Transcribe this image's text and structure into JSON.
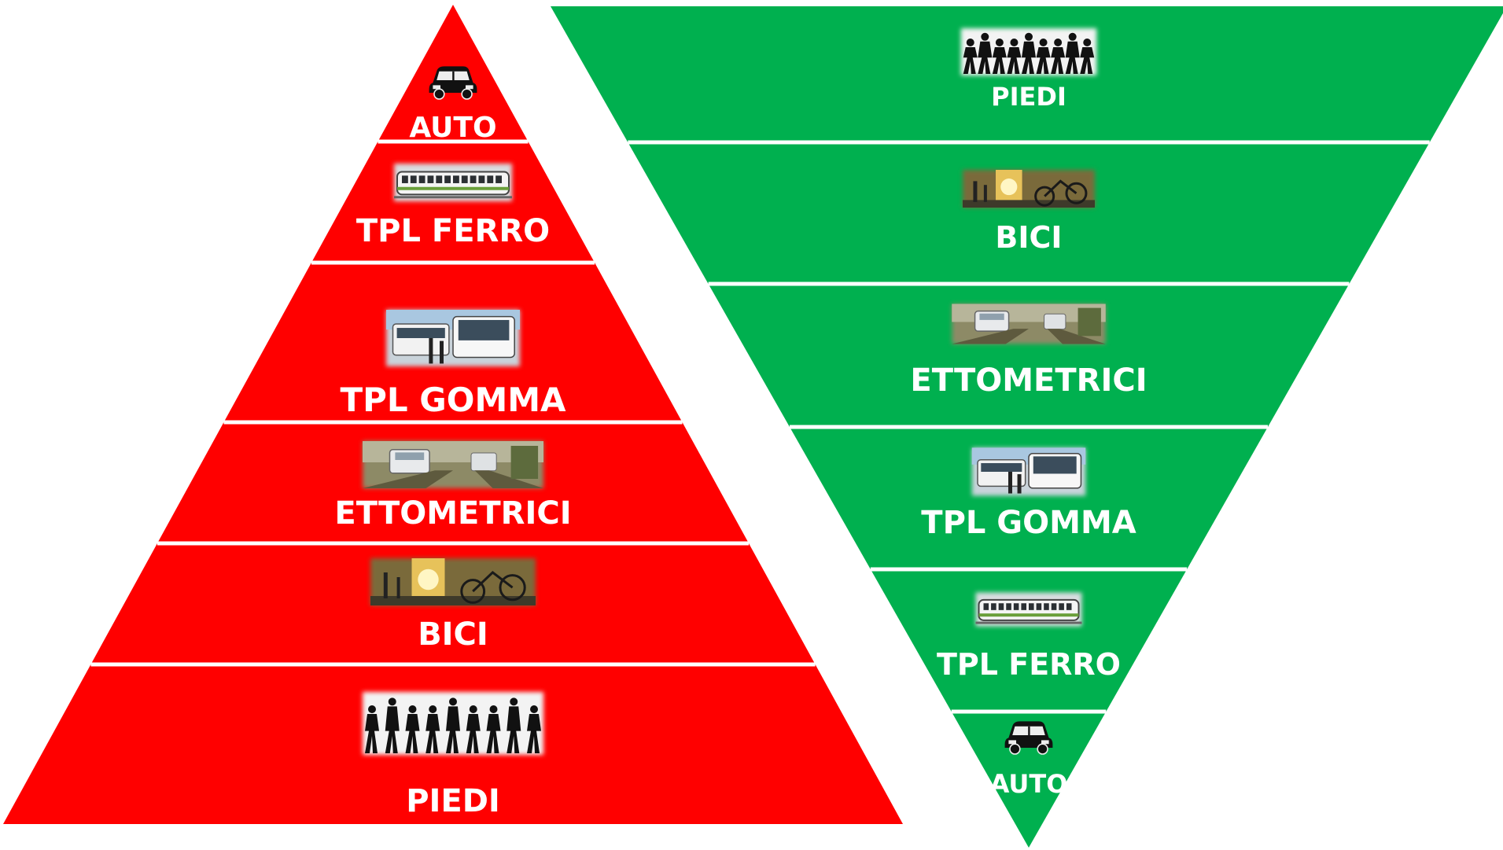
{
  "colors": {
    "red_pyramid": "#ff0000",
    "green_pyramid": "#00b04f",
    "label": "#ffffff",
    "separator": "#ffffff"
  },
  "red_pyramid": {
    "tiers": [
      {
        "label": "AUTO",
        "icon": "car-icon"
      },
      {
        "label": "TPL FERRO",
        "icon": "train-icon"
      },
      {
        "label": "TPL GOMMA",
        "icon": "bus-icon"
      },
      {
        "label": "ETTOMETRICI",
        "icon": "people-mover-icon"
      },
      {
        "label": "BICI",
        "icon": "bicycle-icon"
      },
      {
        "label": "PIEDI",
        "icon": "pedestrians-icon"
      }
    ]
  },
  "green_pyramid": {
    "tiers": [
      {
        "label": "PIEDI",
        "icon": "pedestrians-icon"
      },
      {
        "label": "BICI",
        "icon": "bicycle-icon"
      },
      {
        "label": "ETTOMETRICI",
        "icon": "people-mover-icon"
      },
      {
        "label": "TPL GOMMA",
        "icon": "bus-icon"
      },
      {
        "label": "TPL FERRO",
        "icon": "train-icon"
      },
      {
        "label": "AUTO",
        "icon": "car-icon"
      }
    ]
  }
}
